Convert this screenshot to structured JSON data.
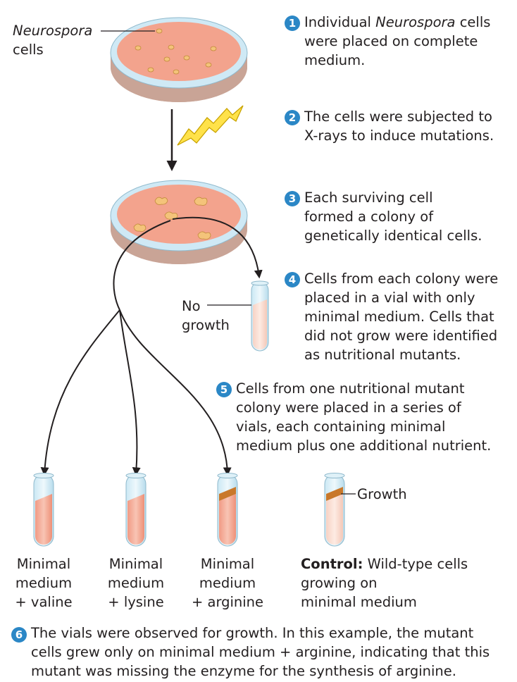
{
  "labels": {
    "neurospora": "Neurospora",
    "cells": "cells",
    "no": "No",
    "growth_word": "growth",
    "growth_label": "Growth"
  },
  "steps": [
    {
      "n": "1",
      "italic": "Neurospora",
      "lines": [
        "Individual ",
        " cells",
        "were placed on complete",
        "medium."
      ]
    },
    {
      "n": "2",
      "lines": [
        "The cells were subjected to",
        "X-rays to induce mutations."
      ]
    },
    {
      "n": "3",
      "lines": [
        "Each surviving cell",
        "formed a colony of",
        "genetically identical cells."
      ]
    },
    {
      "n": "4",
      "lines": [
        "Cells from each colony were",
        "placed in a vial with only",
        "minimal medium. Cells that",
        "did not grow were identified",
        "as nutritional mutants."
      ]
    },
    {
      "n": "5",
      "lines": [
        "Cells from one nutritional mutant",
        "colony were placed in a series of",
        "vials, each containing minimal",
        "medium plus one additional nutrient."
      ]
    },
    {
      "n": "6",
      "lines": [
        "The vials were observed for growth. In this example, the mutant",
        "cells grew only on minimal medium + arginine, indicating that this",
        "mutant was missing the enzyme for the synthesis of arginine."
      ]
    }
  ],
  "vials": [
    {
      "line1": "Minimal",
      "line2": "medium",
      "line3": "+ valine"
    },
    {
      "line1": "Minimal",
      "line2": "medium",
      "line3": "+ lysine"
    },
    {
      "line1": "Minimal",
      "line2": "medium",
      "line3": "+ arginine"
    }
  ],
  "control": {
    "bold": "Control:",
    "line1": " Wild-type cells",
    "line2": "growing on",
    "line3": "minimal medium"
  },
  "colors": {
    "step_number": "#2b87c6",
    "medium": "#f3a38d",
    "dish_rim": "#bfe3f3",
    "colony": "#f4c37a",
    "growth": "#c9782a",
    "xray": "#ffe24a"
  }
}
